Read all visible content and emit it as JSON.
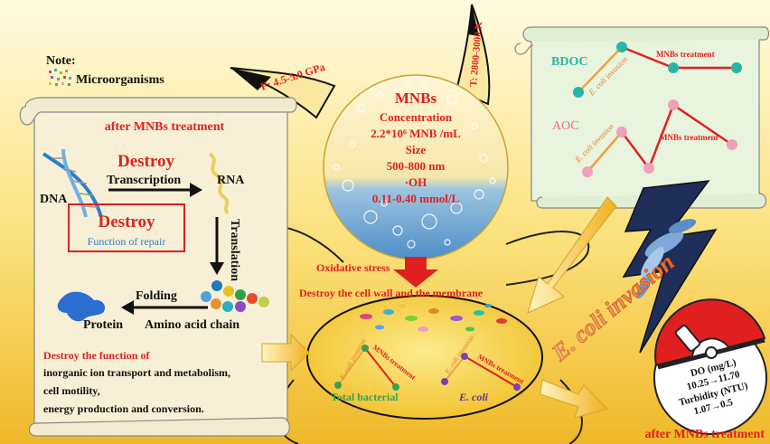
{
  "note": {
    "heading": "Note:",
    "legend_label": "Microorganisms"
  },
  "left_panel": {
    "title": "after MNBs treatment",
    "dna": "DNA",
    "rna": "RNA",
    "transcription": "Transcription",
    "translation": "Translation",
    "folding": "Folding",
    "protein": "Protein",
    "amino_acid_chain": "Amino acid chain",
    "destroy_top": "Destroy",
    "destroy_box": "Destroy",
    "function_of_repair": "Function of repair",
    "destroy_function_heading": "Destroy the function of",
    "function_lines": [
      "inorganic ion transport and metabolism,",
      "cell motility,",
      "energy production and conversion."
    ]
  },
  "ear_labels": {
    "pressure": "P: 4.5-5.0 GPa",
    "temperature": "T: 2800-3000 K"
  },
  "mnb_props": {
    "title": "MNBs",
    "concentration_label": "Concentration",
    "concentration_value": "2.2*10⁶ MNB /mL",
    "size_label": "Size",
    "size_value": "500-800 nm",
    "oh_label": "·OH",
    "oh_value": "0.11-0.40 mmol/L"
  },
  "stress": {
    "oxidative": "Oxidative stress",
    "destroy_wall": "Destroy the cell wall and the membrane"
  },
  "right_panel": {
    "bdoc": "BDOC",
    "aoc": "AOC",
    "ecoli_invasion": "E. coli invasion",
    "mnbs_treatment": "MNBs treatment"
  },
  "invasion_label": "E. coli invasion",
  "belly": {
    "total_bacterial": "Total bacterial",
    "ecoli": "E. coli",
    "ecoli_invasion": "E. coli invasion",
    "mnbs_treatment": "MNBs treatment"
  },
  "ball": {
    "do_label": "DO (mg/L)",
    "do_value": "10.25→11.70",
    "turbidity_label": "Turbidity (NTU)",
    "turbidity_value": "1.07→0.5"
  },
  "bottom_right": "after MNBs treatment",
  "colors": {
    "background_top": "#FDF6C8",
    "background_bottom": "#F3C23A",
    "red": "#E02020",
    "green": "#2DA58A",
    "pink": "#E6708E",
    "teal": "#28B5A5",
    "panel_green": "#E8F4DE",
    "scroll": "#F7F0D6"
  }
}
